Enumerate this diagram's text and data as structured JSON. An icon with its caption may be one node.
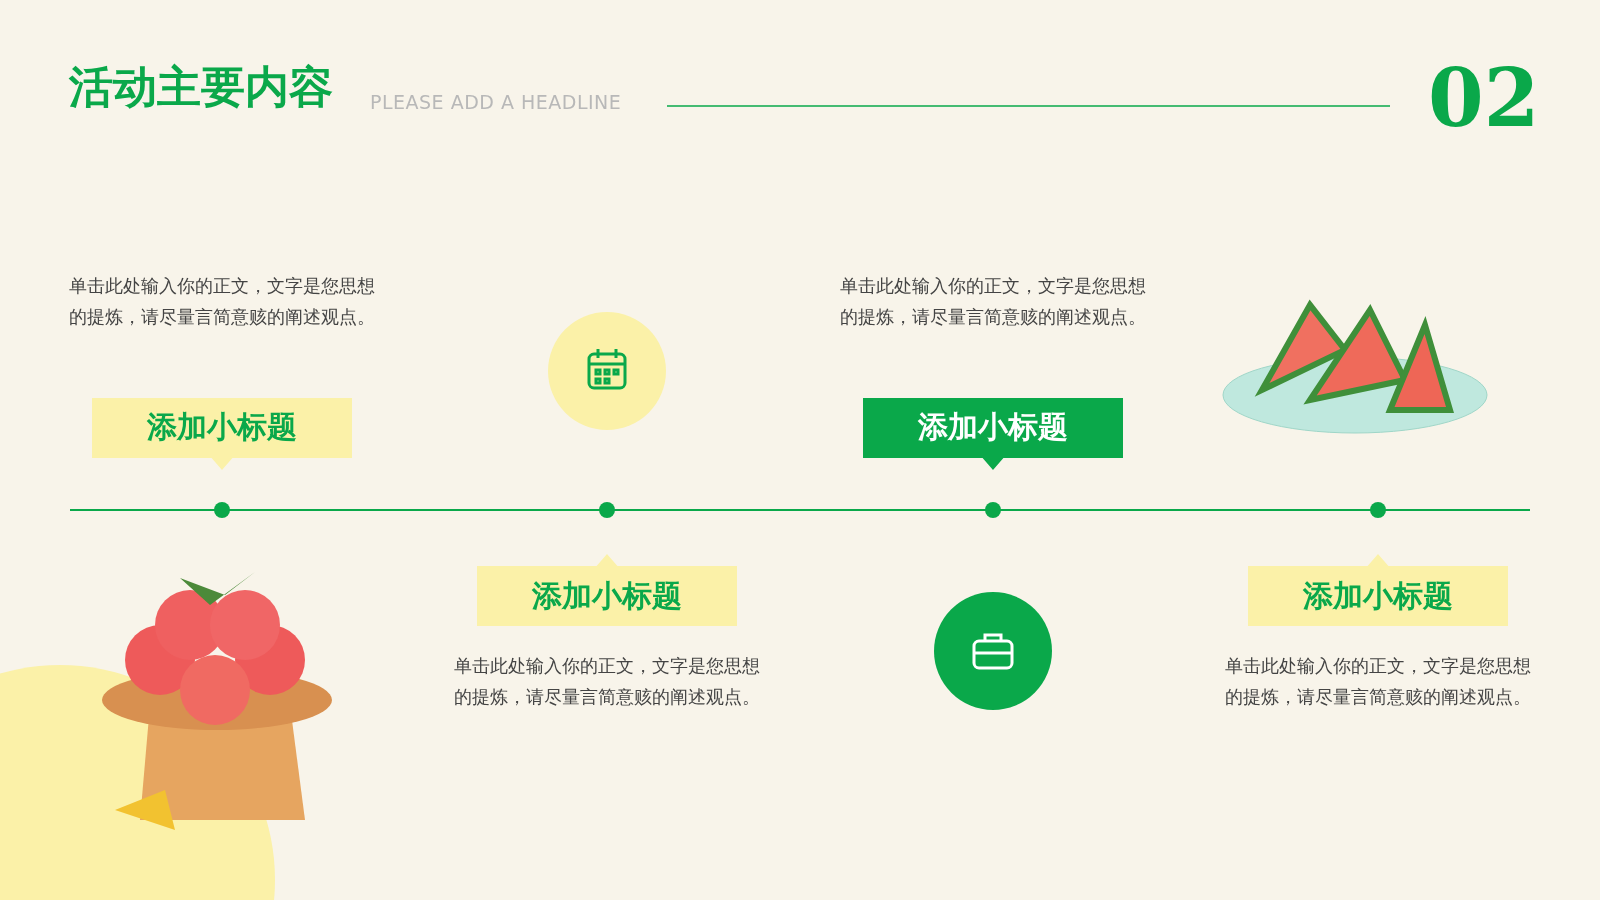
{
  "diagram": {
    "title": "活动主要内容",
    "nodes": [
      {
        "text": [
          "添加小标题"
        ],
        "beside": [
          "单击此处输入你的正文，文字是您思想的提炼，请尽量言简意赅的阐述观点。"
        ]
      },
      {
        "text": [
          "添加小标题"
        ],
        "beside": [
          "单击此处输入你的正文，文字是您思想的提炼，请尽量言简意赅的阐述观点。"
        ]
      },
      {
        "text": [
          "添加小标题"
        ],
        "beside": [
          "单击此处输入你的正文，文字是您思想的提炼，请尽量言简意赅的阐述观点。"
        ]
      },
      {
        "text": [
          "添加小标题"
        ],
        "beside": [
          "单击此处输入你的正文，文字是您思想的提炼，请尽量言简意赅的阐述观点。"
        ]
      }
    ],
    "edges": [],
    "labels": [
      "PLEASE ADD A HEADLINE",
      "02"
    ]
  }
}
